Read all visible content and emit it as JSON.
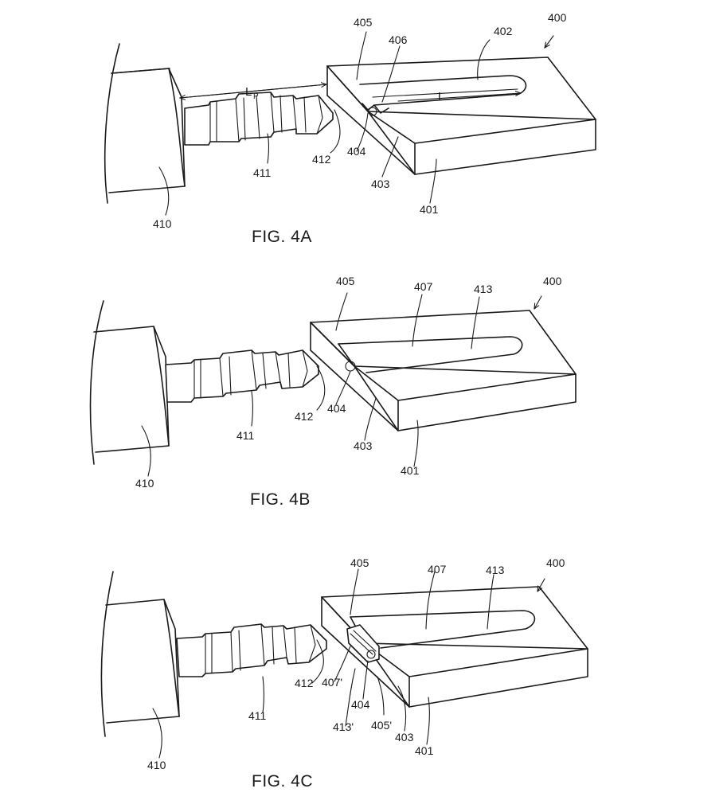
{
  "figures": [
    {
      "caption": "FIG. 4A",
      "labels": {
        "n400": "400",
        "n401": "401",
        "n402": "402",
        "n403": "403",
        "n404": "404",
        "n405": "405",
        "n406": "406",
        "n410": "410",
        "n411": "411",
        "n412": "412",
        "lp": "L",
        "lp_sub": "P",
        "l": "L"
      }
    },
    {
      "caption": "FIG. 4B",
      "labels": {
        "n400": "400",
        "n401": "401",
        "n403": "403",
        "n404": "404",
        "n405": "405",
        "n407": "407",
        "n410": "410",
        "n411": "411",
        "n412": "412",
        "n413": "413"
      }
    },
    {
      "caption": "FIG. 4C",
      "labels": {
        "n400": "400",
        "n401": "401",
        "n403": "403",
        "n404": "404",
        "n405": "405",
        "n405p": "405'",
        "n407": "407",
        "n407p": "407'",
        "n410": "410",
        "n411": "411",
        "n412": "412",
        "n413": "413",
        "n413p": "413'"
      }
    }
  ]
}
